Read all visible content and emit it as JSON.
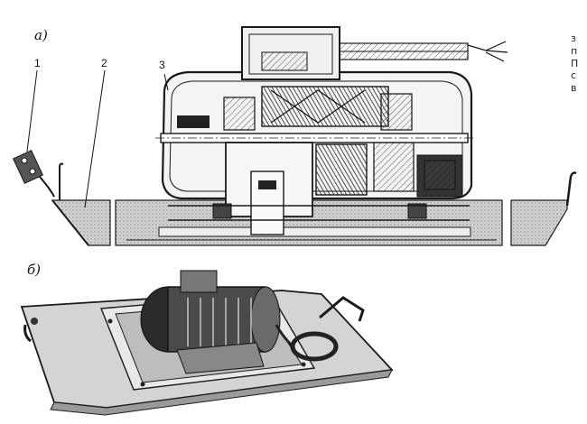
{
  "figure": {
    "part_a_label": "а)",
    "part_b_label": "б)",
    "callouts": [
      {
        "id": "1",
        "text": "1"
      },
      {
        "id": "2",
        "text": "2"
      },
      {
        "id": "3",
        "text": "3"
      }
    ],
    "edge_text": "з\nп\nП\nс\nв"
  },
  "colors": {
    "ink": "#1a1a1a",
    "hatch": "#8a8a8a",
    "plate_fill": "#c8c8c8",
    "shade_dark": "#3a3a3a",
    "shade_mid": "#9a9a9a",
    "background": "#ffffff"
  }
}
